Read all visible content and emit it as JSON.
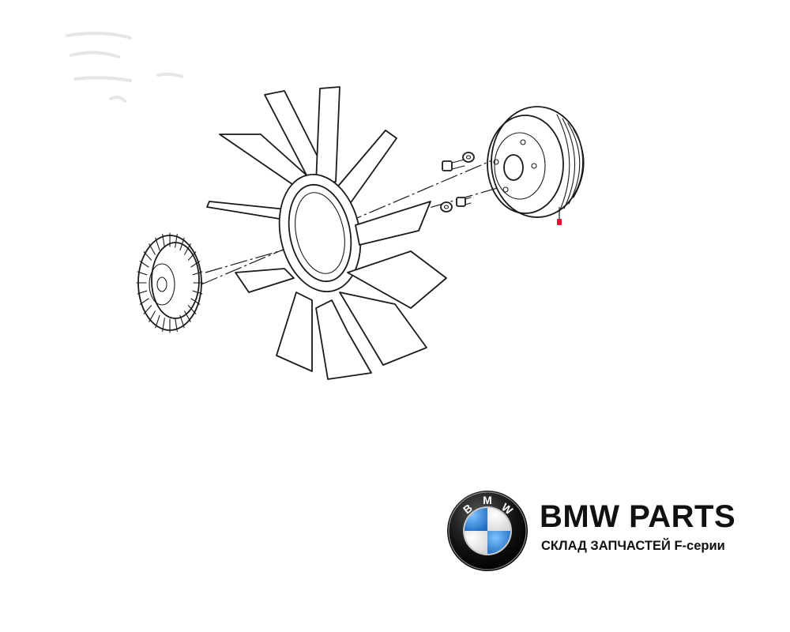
{
  "diagram": {
    "parts": [
      {
        "id": "viscous-fan-clutch",
        "label": ""
      },
      {
        "id": "fan-blade",
        "label": ""
      },
      {
        "id": "bolts-and-washers",
        "label": ""
      },
      {
        "id": "water-pump-pulley",
        "label": ""
      }
    ],
    "highlight_color": "#e0142f",
    "line_color": "#1a1a1a"
  },
  "branding": {
    "title": "BMW PARTS",
    "subtitle": "СКЛАД ЗАПЧАСТЕЙ F-серии",
    "logo_letters": "B M W",
    "logo_colors": {
      "blue": "#2a7fd0",
      "white": "#ffffff",
      "black": "#111111"
    }
  }
}
